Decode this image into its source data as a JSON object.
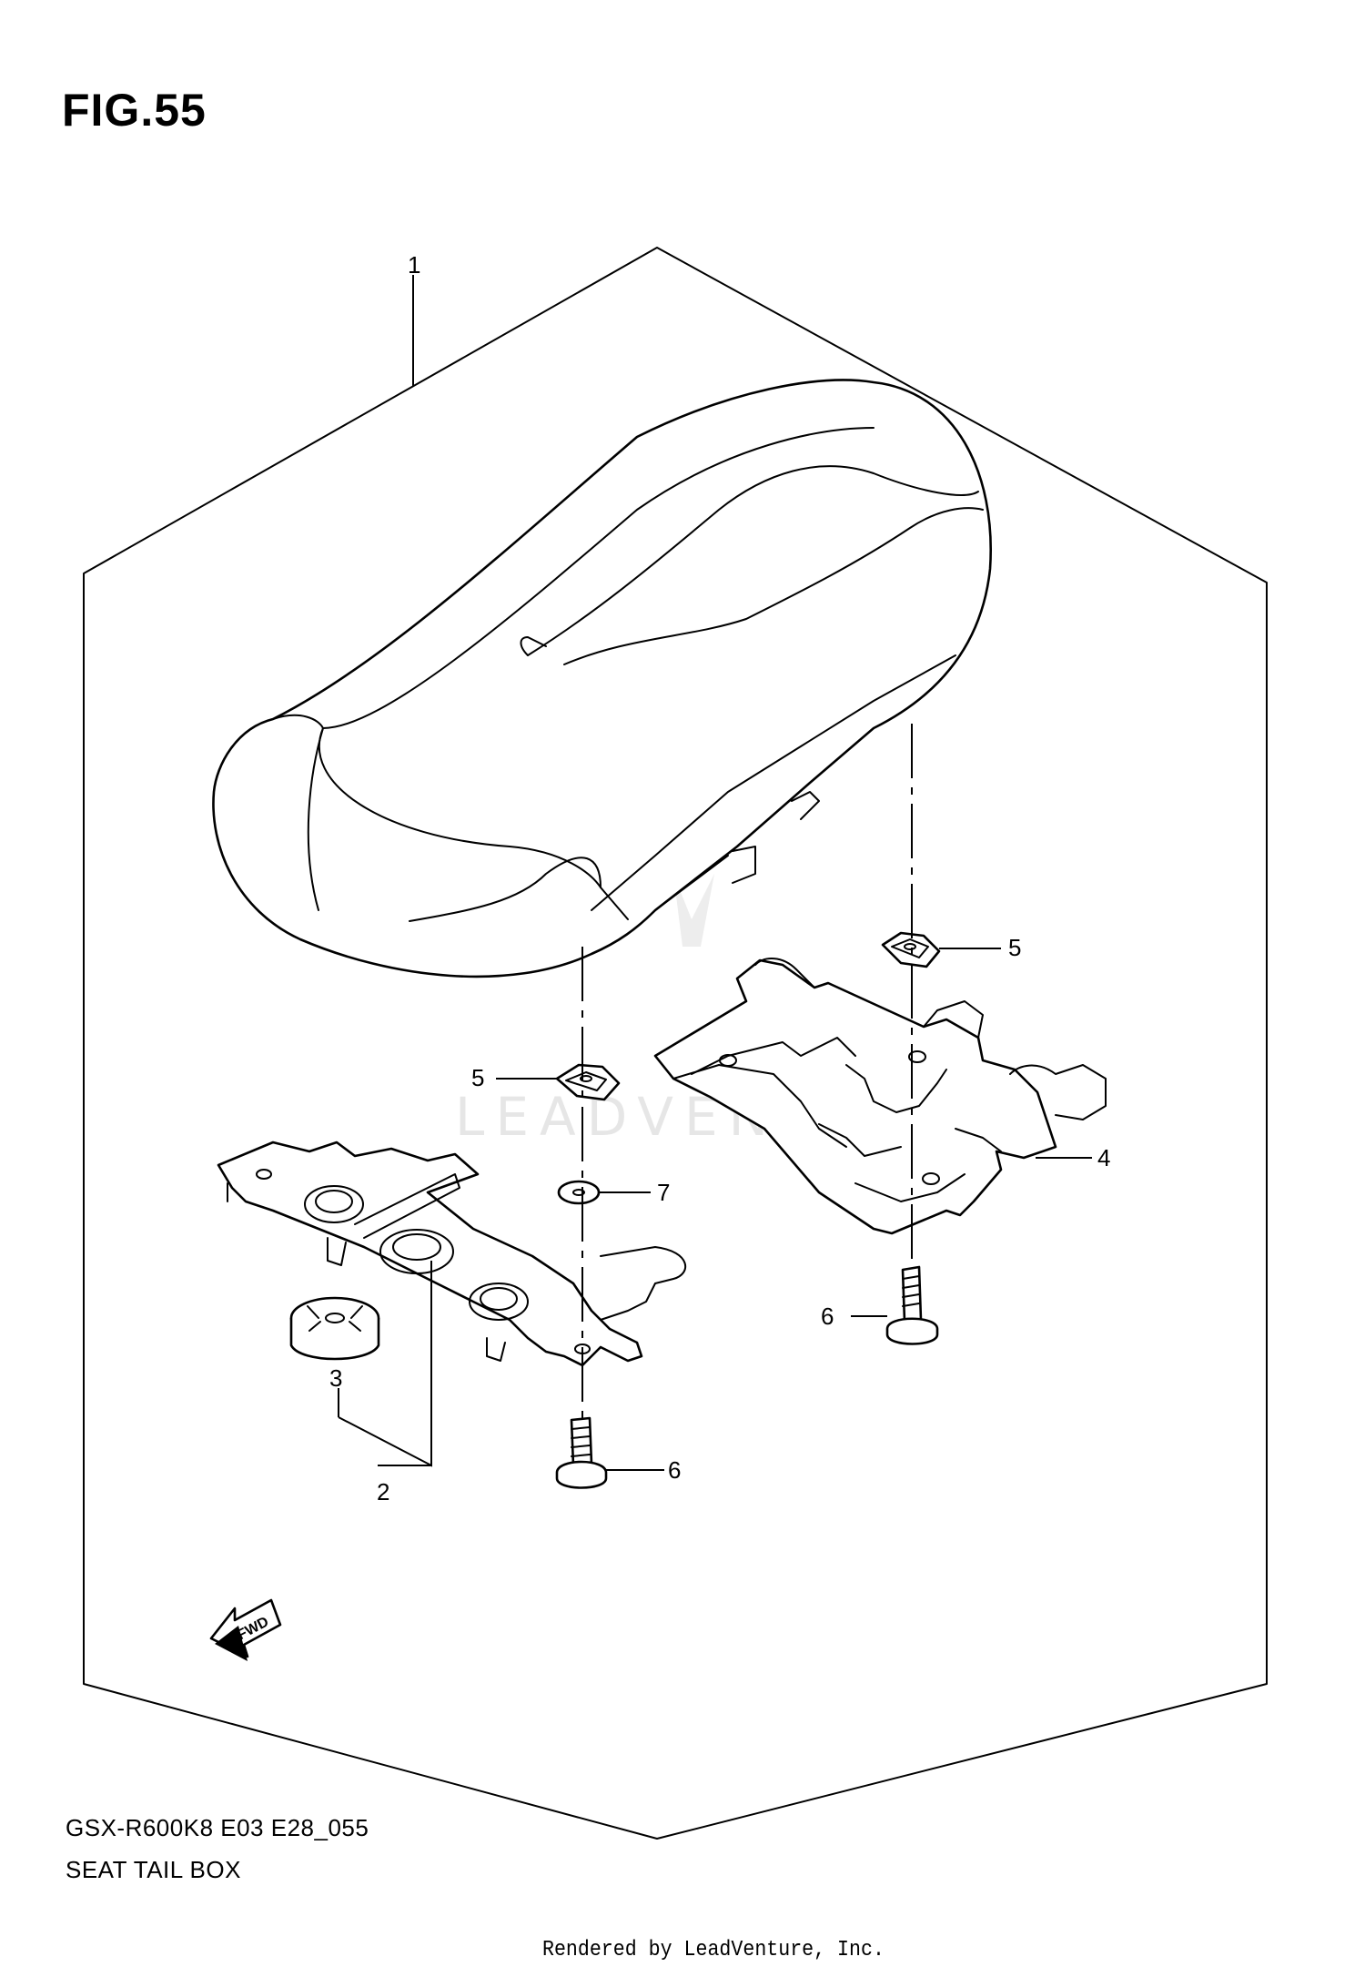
{
  "figure_label": "FIG.55",
  "model_code": "GSX-R600K8 E03 E28_055",
  "diagram_title": "SEAT TAIL BOX",
  "watermark_text": "LEADVENTURE",
  "render_credit": "Rendered by LeadVenture, Inc.",
  "fwd_label": "FWD",
  "callouts": {
    "tail_cover": "1",
    "bracket_assembly": "2",
    "cushion": "3",
    "right_bracket": "4",
    "nut_right": "5",
    "nut_left": "5",
    "washer": "7",
    "bolt_right": "6",
    "bolt_left": "6"
  },
  "colors": {
    "line": "#000000",
    "background": "#ffffff",
    "watermark": "#e6e6e6"
  }
}
